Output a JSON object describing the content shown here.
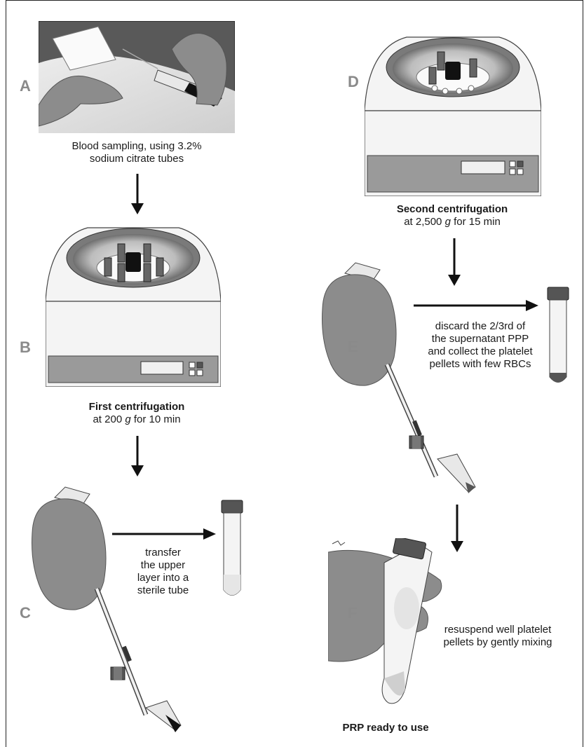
{
  "steps": {
    "a": {
      "letter": "A",
      "caption_line1": "Blood sampling, using 3.2%",
      "caption_line2": "sodium citrate tubes"
    },
    "b": {
      "letter": "B",
      "caption_bold": "First centrifugation",
      "caption_pre": "at 200 ",
      "caption_unit": "g",
      "caption_post": " for 10 min"
    },
    "c": {
      "letter": "C",
      "note_line1": "transfer",
      "note_line2": "the upper",
      "note_line3": "layer into a",
      "note_line4": "sterile tube"
    },
    "d": {
      "letter": "D",
      "caption_bold": "Second centrifugation",
      "caption_pre": "at 2,500 ",
      "caption_unit": "g",
      "caption_post": " for 15 min"
    },
    "e": {
      "letter": "E",
      "note_line1": "discard the 2/3rd of",
      "note_line2": "the supernatant PPP",
      "note_line3": "and collect the platelet",
      "note_line4": "pellets with few RBCs"
    },
    "f": {
      "letter": "F",
      "note_line1": "resuspend well platelet",
      "note_line2": "pellets by gently mixing",
      "caption_bold": "PRP ready to use"
    }
  },
  "colors": {
    "glove": "#8c8c8c",
    "machine_body": "#f2f2f2",
    "panel": "#9a9a9a",
    "letter": "#8a8a8a"
  }
}
